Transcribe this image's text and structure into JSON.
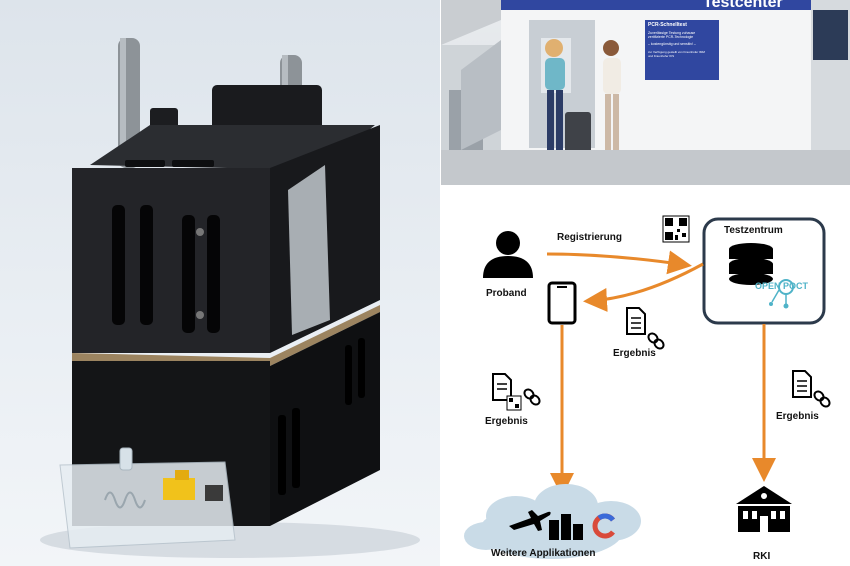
{
  "scene": {
    "header_sign": "Testcenter",
    "poster_title": "PCR-Schnelltest",
    "poster_lines": [
      "Zuverlässige Testung zuhause",
      "zertifizierte PCR-Technologie",
      "– kostengünstig und sensitiv! –",
      "zur Verfügung gestellt von Fraunhofer IMM",
      "und Fraunhofer IKS"
    ]
  },
  "diagram": {
    "proband_label": "Proband",
    "registration_label": "Registrierung",
    "testzentrum_label": "Testzentrum",
    "openpoct_logo": "OPEN POCT",
    "result_label_center": "Ergebnis",
    "result_label_left": "Ergebnis",
    "result_label_right": "Ergebnis",
    "apps_label": "Weitere Applikationen",
    "rki_label": "RKI",
    "colors": {
      "arrow": "#e8892b",
      "box_border": "#2c3a4b",
      "logo_teal": "#4fb3c8",
      "cloud": "#c9dbe7"
    }
  }
}
